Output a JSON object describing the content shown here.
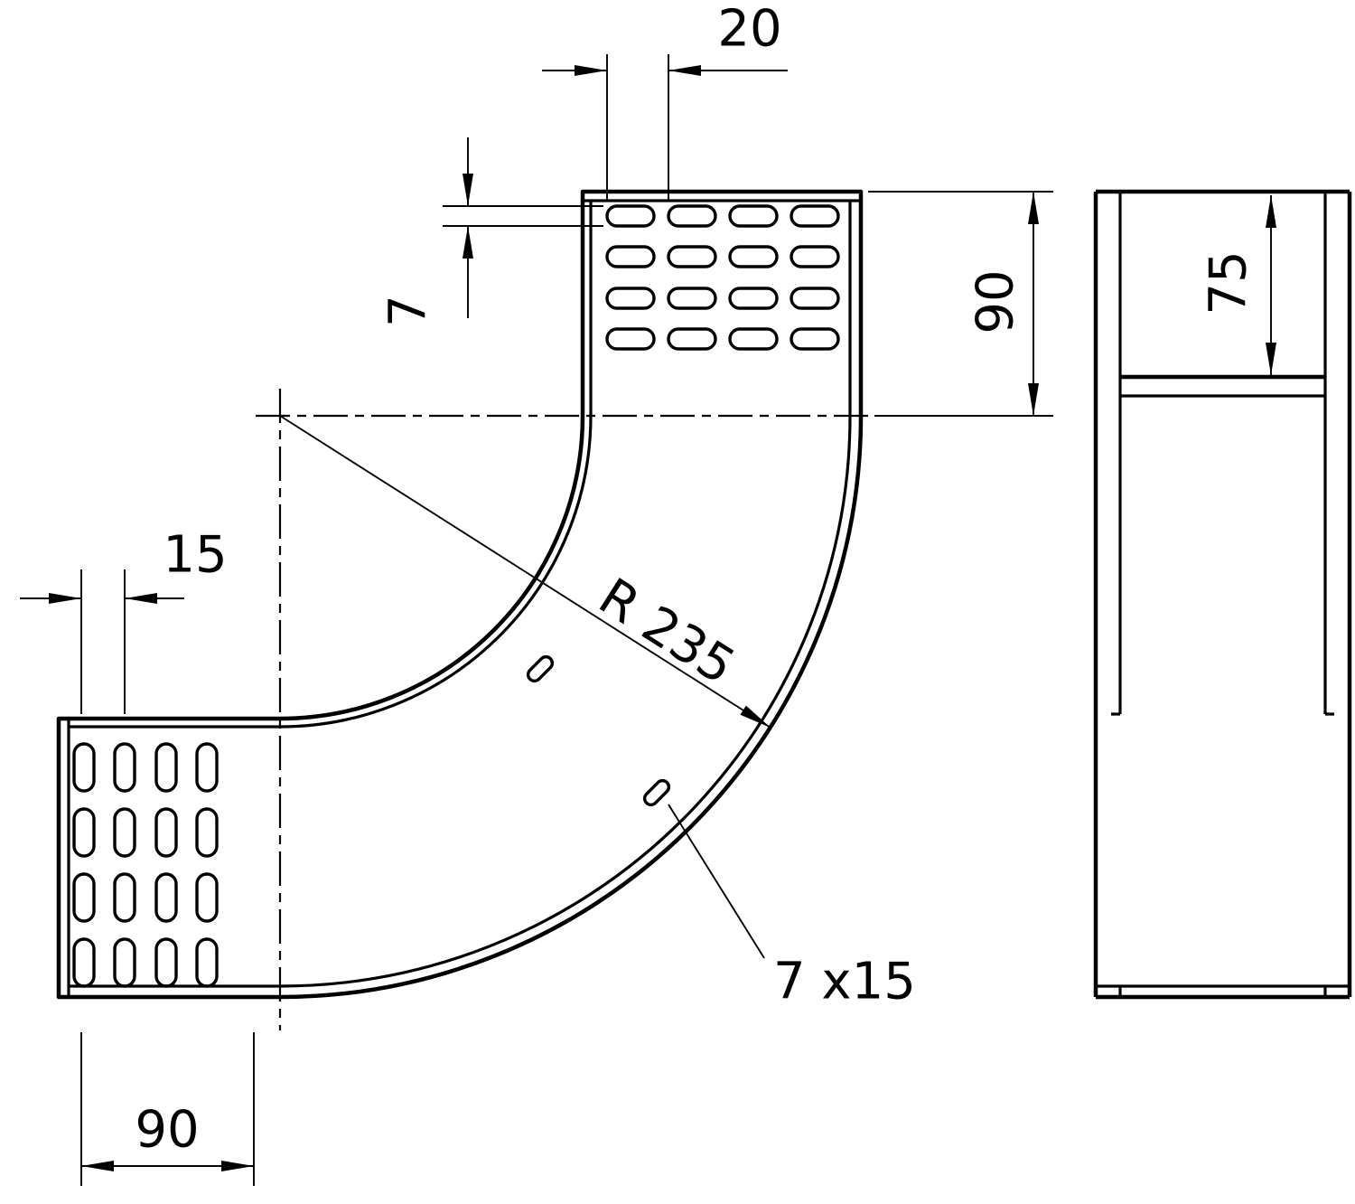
{
  "drawing": {
    "background": "#ffffff",
    "line_color": "#000000",
    "labels": {
      "top_pitch": "20",
      "slot_width": "7",
      "right_height": "90",
      "side_depth": "75",
      "left_slot_length": "15",
      "bottom_width": "90",
      "bend_radius": "R 235",
      "slot_size": "7 x15"
    }
  }
}
